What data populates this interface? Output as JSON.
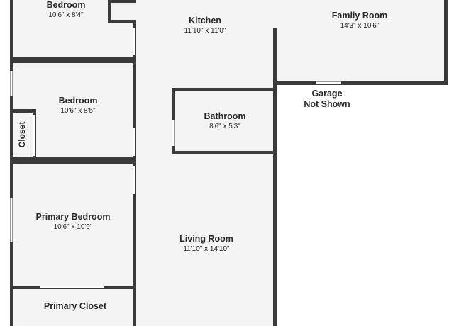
{
  "rooms": {
    "bedroom_top": {
      "name": "Bedroom",
      "dims": "10'6\" x 8'4\""
    },
    "kitchen": {
      "name": "Kitchen",
      "dims": "11'10\" x 11'0\""
    },
    "family_room": {
      "name": "Family Room",
      "dims": "14'3\" x 10'6\""
    },
    "bedroom_mid": {
      "name": "Bedroom",
      "dims": "10'6\" x 8'5\""
    },
    "bathroom": {
      "name": "Bathroom",
      "dims": "8'6\" x 5'3\""
    },
    "closet": {
      "name": "Closet"
    },
    "primary_bedroom": {
      "name": "Primary Bedroom",
      "dims": "10'6\" x 10'9\""
    },
    "living_room": {
      "name": "Living Room",
      "dims": "11'10\" x 14'10\""
    },
    "primary_closet": {
      "name": "Primary Closet"
    }
  },
  "garage_note": {
    "line1": "Garage",
    "line2": "Not Shown"
  },
  "colors": {
    "wall": "#3a3a3a",
    "floor": "#f4f4f4",
    "text": "#2b2b2b"
  }
}
